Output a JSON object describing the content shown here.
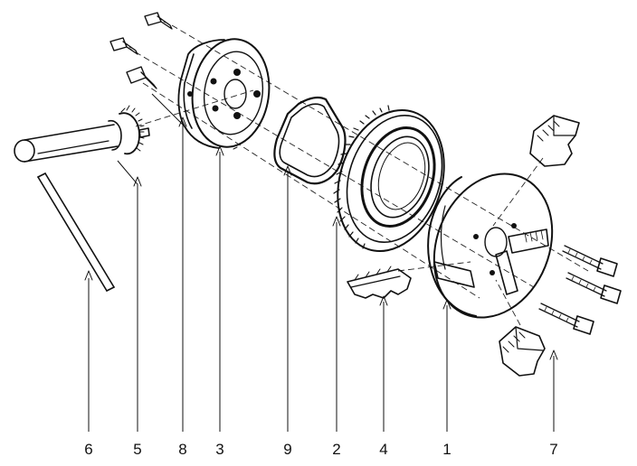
{
  "diagram": {
    "part_labels": [
      {
        "id": "p6",
        "text": "6"
      },
      {
        "id": "p5",
        "text": "5"
      },
      {
        "id": "p8",
        "text": "8"
      },
      {
        "id": "p3",
        "text": "3"
      },
      {
        "id": "p9",
        "text": "9"
      },
      {
        "id": "p2",
        "text": "2"
      },
      {
        "id": "p4",
        "text": "4"
      },
      {
        "id": "p1",
        "text": "1"
      },
      {
        "id": "p7",
        "text": "7"
      }
    ]
  }
}
